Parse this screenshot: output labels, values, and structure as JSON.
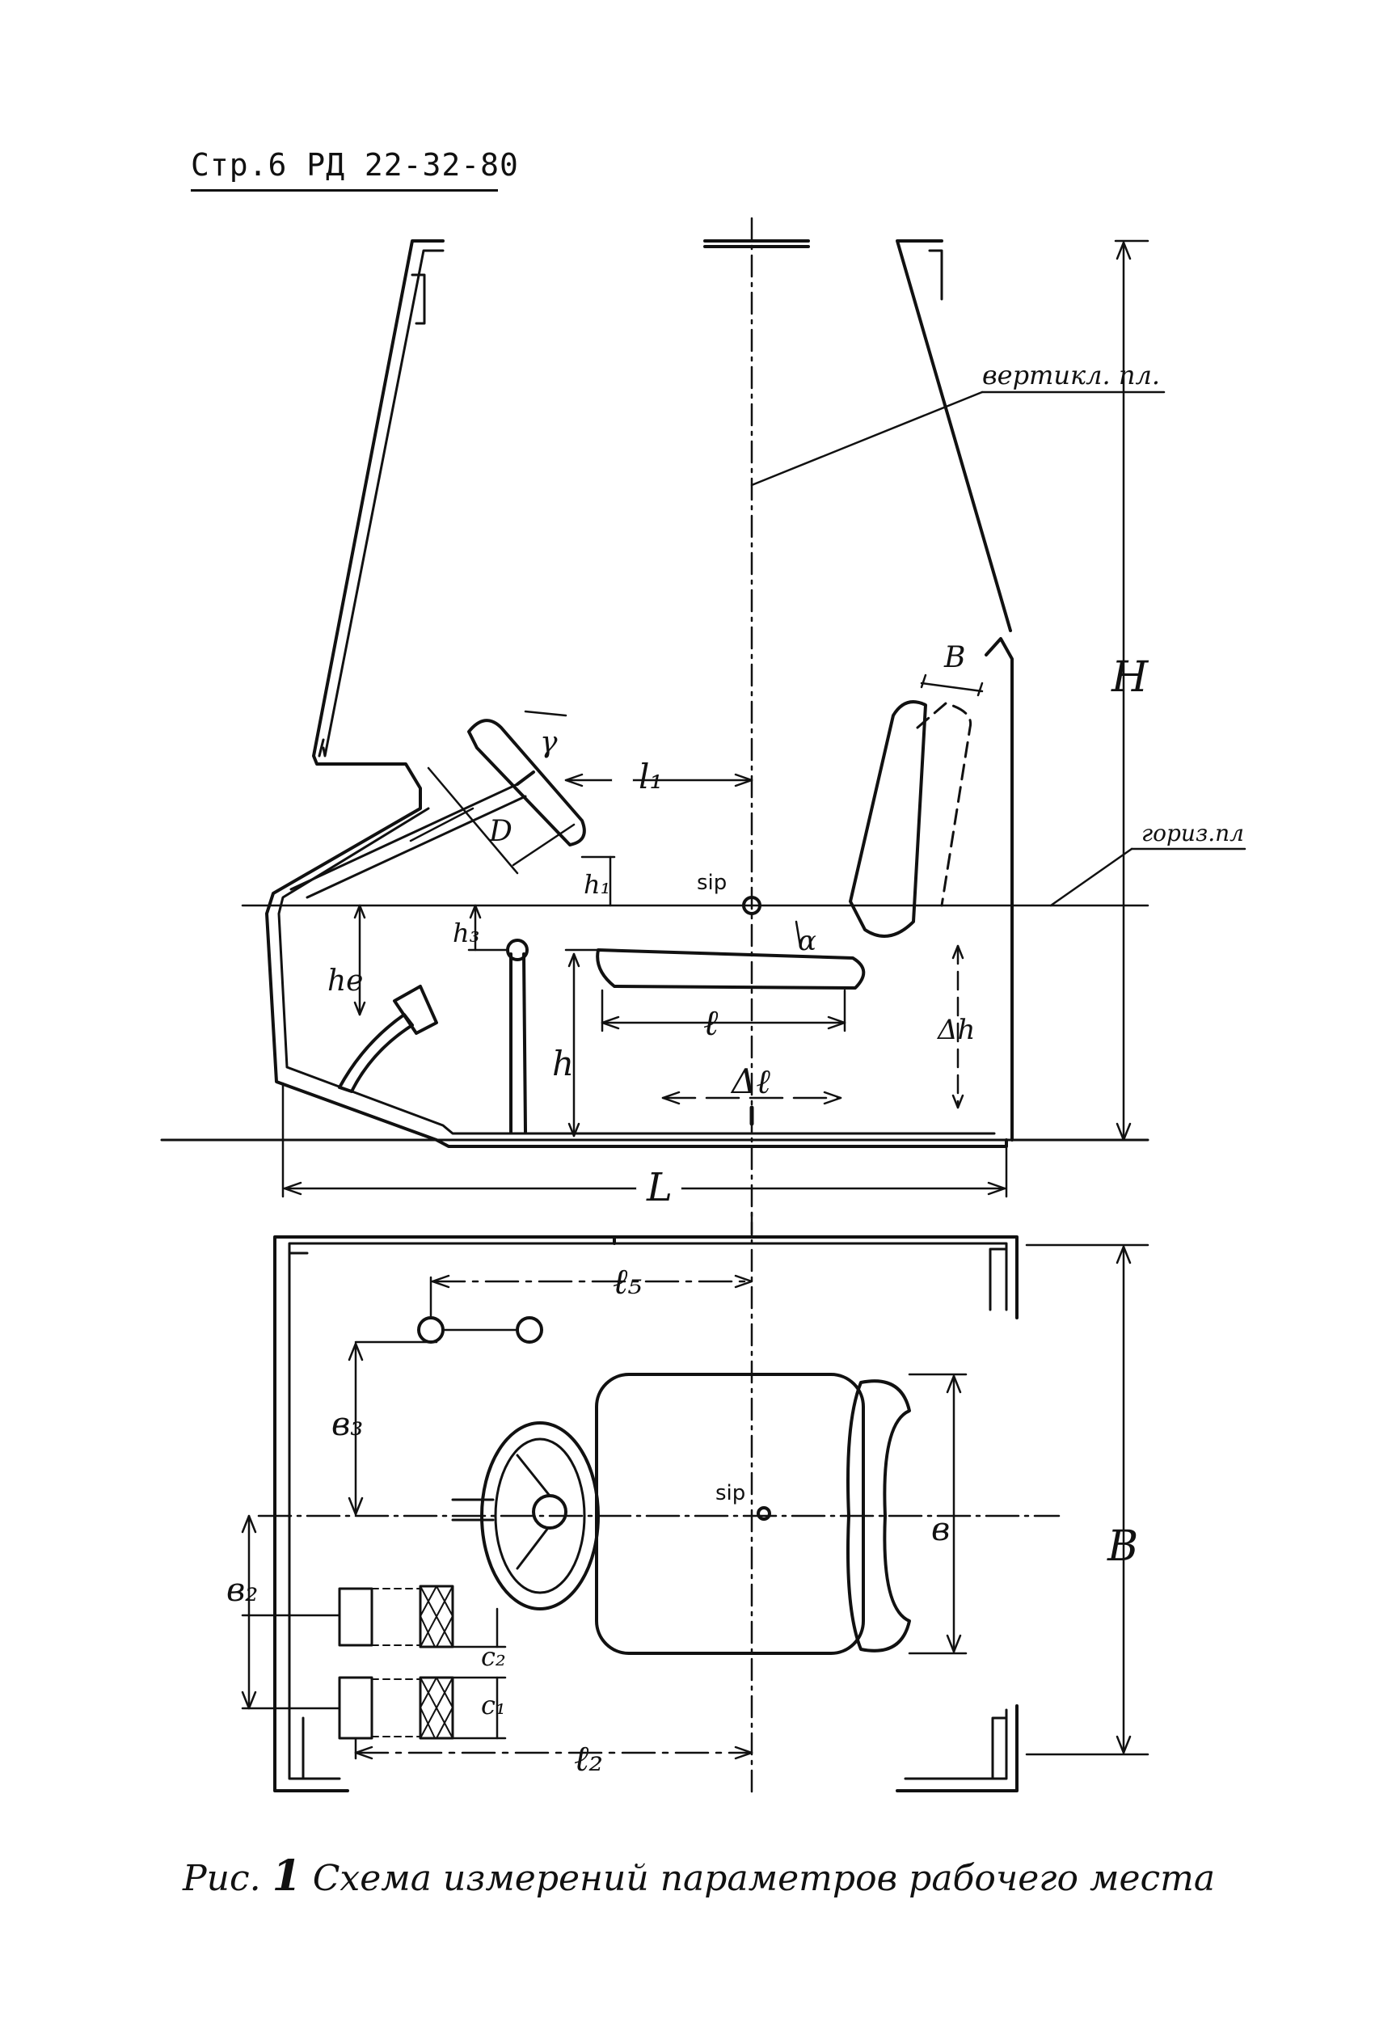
{
  "header": {
    "title": "Стр.6 РД 22-32-80"
  },
  "figure": {
    "side_view": {
      "vertical_plane_label": "вертикл. пл.",
      "horizontal_plane_label": "гориз.пл",
      "sip_label": "sip",
      "dims": {
        "H": "H",
        "B_seat": "B",
        "gamma": "γ",
        "D": "D",
        "l1": "l₁",
        "h1": "h₁",
        "h3": "h₃",
        "he": "hе",
        "alpha": "α",
        "l": "ℓ",
        "h": "h",
        "dh": "Δh",
        "dl": "Δℓ",
        "L": "L"
      }
    },
    "top_view": {
      "sip_label": "sip",
      "dims": {
        "l5": "ℓ₅",
        "b3": "в₃",
        "b2": "в₂",
        "c2": "с₂",
        "c1": "с₁",
        "l2": "ℓ₂",
        "b": "в",
        "B": "В"
      }
    }
  },
  "caption": {
    "prefix": "Рис.",
    "number": "1",
    "text": "Схема измерений параметров рабочего места"
  }
}
